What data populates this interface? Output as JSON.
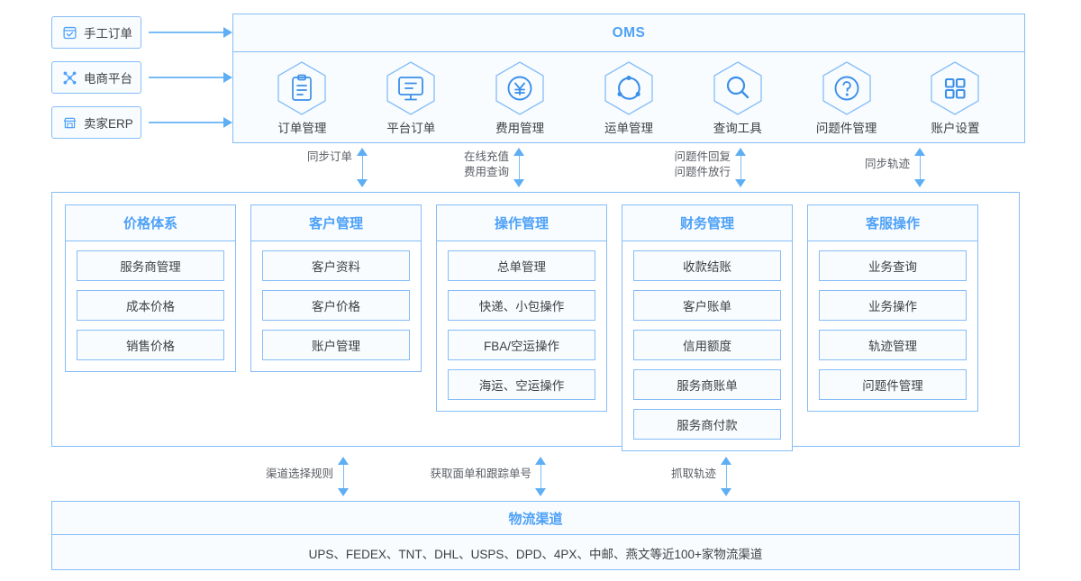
{
  "sources": [
    {
      "label": "手工订单",
      "icon": "calendar-check-icon"
    },
    {
      "label": "电商平台",
      "icon": "network-nodes-icon"
    },
    {
      "label": "卖家ERP",
      "icon": "storefront-icon"
    }
  ],
  "oms": {
    "title": "OMS",
    "modules": [
      {
        "label": "订单管理",
        "icon": "clipboard-icon"
      },
      {
        "label": "平台订单",
        "icon": "monitor-icon"
      },
      {
        "label": "费用管理",
        "icon": "yen-circle-icon"
      },
      {
        "label": "运单管理",
        "icon": "sync-circle-icon"
      },
      {
        "label": "查询工具",
        "icon": "search-icon"
      },
      {
        "label": "问题件管理",
        "icon": "question-circle-icon"
      },
      {
        "label": "账户设置",
        "icon": "grid-squares-icon"
      }
    ]
  },
  "upper_connectors": [
    {
      "lines": [
        "同步轨迹"
      ]
    },
    {
      "lines": [
        "问题件回复",
        "问题件放行"
      ]
    },
    {
      "lines": [
        "在线充值",
        "费用查询"
      ]
    },
    {
      "lines": [
        "同步订单"
      ]
    }
  ],
  "middle": {
    "columns": [
      {
        "title": "价格体系",
        "items": [
          "服务商管理",
          "成本价格",
          "销售价格"
        ]
      },
      {
        "title": "客户管理",
        "items": [
          "客户资料",
          "客户价格",
          "账户管理"
        ]
      },
      {
        "title": "操作管理",
        "items": [
          "总单管理",
          "快递、小包操作",
          "FBA/空运操作",
          "海运、空运操作"
        ]
      },
      {
        "title": "财务管理",
        "items": [
          "收款结账",
          "客户账单",
          "信用额度",
          "服务商账单",
          "服务商付款"
        ]
      },
      {
        "title": "客服操作",
        "items": [
          "业务查询",
          "业务操作",
          "轨迹管理",
          "问题件管理"
        ]
      }
    ]
  },
  "lower_connectors": [
    {
      "lines": [
        "渠道选择规则"
      ]
    },
    {
      "lines": [
        "获取面单和跟踪单号"
      ]
    },
    {
      "lines": [
        "抓取轨迹"
      ]
    }
  ],
  "bottom": {
    "title": "物流渠道",
    "description": "UPS、FEDEX、TNT、DHL、USPS、DPD、4PX、中邮、燕文等近100+家物流渠道"
  },
  "colors": {
    "accent": "#4ea1f7",
    "border": "#86bdf7",
    "panel_fill": "#f8fcff",
    "arrow": "#5eaef4",
    "text": "#3d4045",
    "muted_text": "#595d63"
  }
}
